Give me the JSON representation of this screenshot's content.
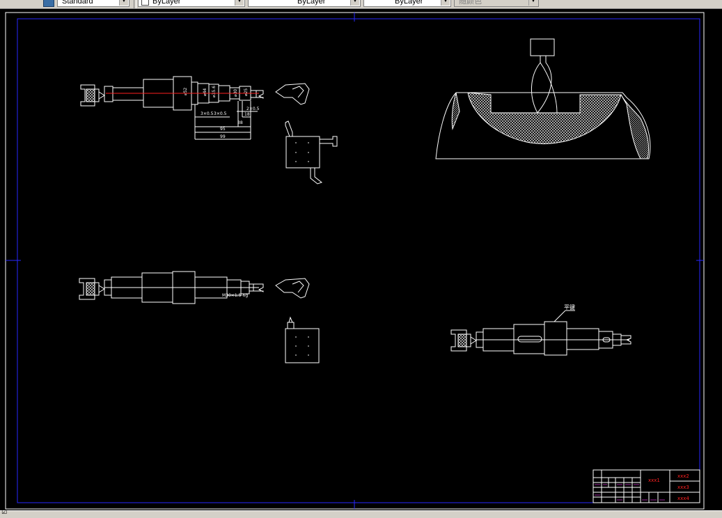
{
  "toolbar": {
    "text_style": "Standard",
    "layer_color": "ByLayer",
    "linetype": "ByLayer",
    "lineweight": "ByLayer",
    "plot_style": "随颜色"
  },
  "drawing": {
    "dims_top": {
      "d1": "⌀52",
      "d2": "⌀44",
      "d3": "⌀35.6",
      "d4": "⌀30",
      "d5": "⌀25",
      "chamfer": "2×0.5",
      "groove1": "3×0.5",
      "groove2": "3×0.5",
      "len_18": "18",
      "len_38": "38",
      "len_95": "95",
      "len_99": "99"
    },
    "dims_mid": {
      "thread": "M30×1.5-6g"
    },
    "label_keyway": "平键"
  },
  "title_block": {
    "cells": [
      "xxx1",
      "xxx2",
      "xxx3",
      "xxx4"
    ]
  },
  "status": {
    "glyph": "☑"
  },
  "colors": {
    "background": "#000000",
    "frame": "#0000ff",
    "lines": "#ffffff",
    "centerline": "#ff0000",
    "title_text": "#ff0000",
    "title_small": "#ff00ff"
  }
}
